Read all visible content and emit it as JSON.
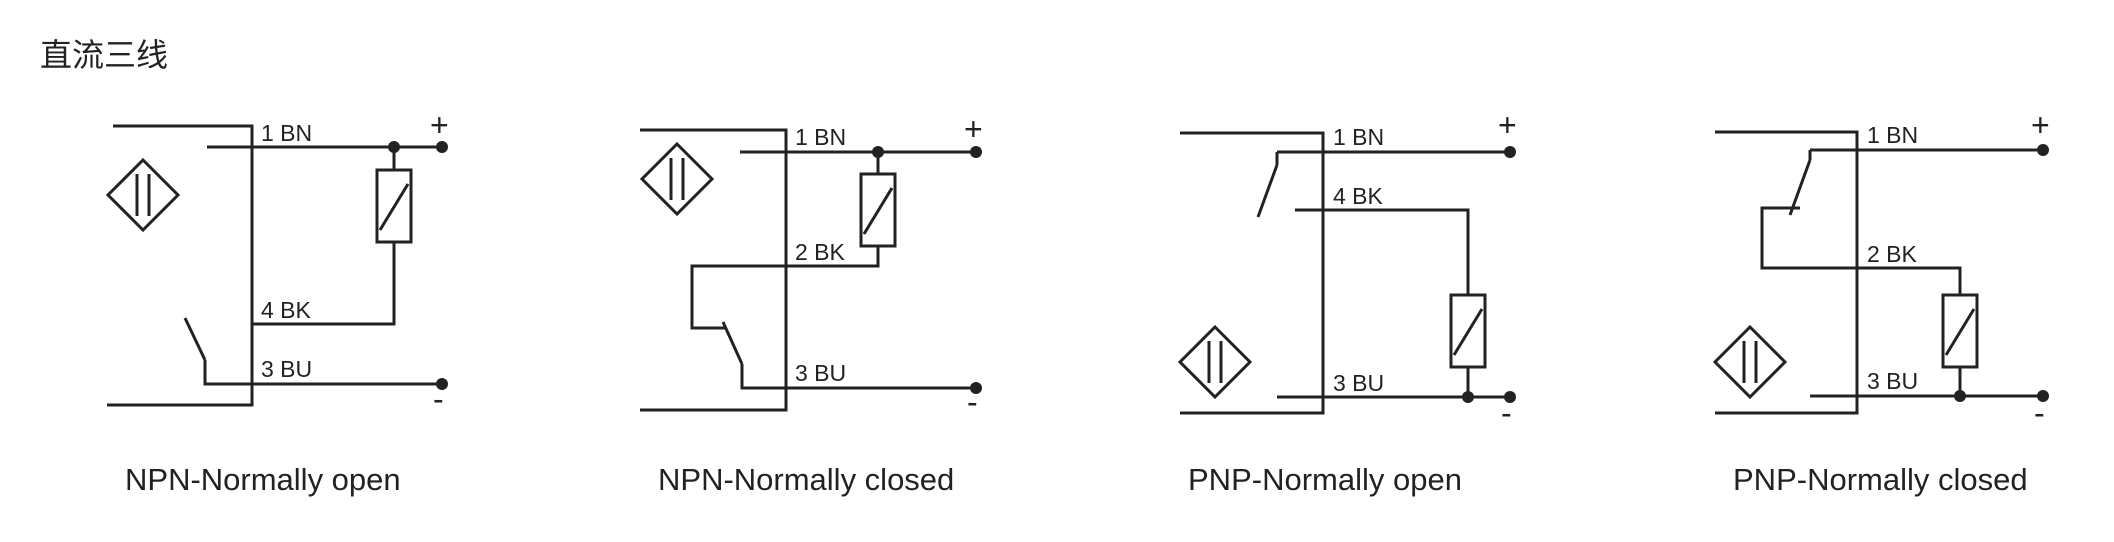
{
  "page": {
    "title": "直流三线"
  },
  "diagrams": [
    {
      "caption": "NPN-Normally open",
      "labels": {
        "bn": "1 BN",
        "bk": "4 BK",
        "bu": "3 BU",
        "plus": "+",
        "minus": "-"
      }
    },
    {
      "caption": "NPN-Normally closed",
      "labels": {
        "bn": "1 BN",
        "bk": "2 BK",
        "bu": "3 BU",
        "plus": "+",
        "minus": "-"
      }
    },
    {
      "caption": "PNP-Normally open",
      "labels": {
        "bn": "1 BN",
        "bk": "4 BK",
        "bu": "3 BU",
        "plus": "+",
        "minus": "-"
      }
    },
    {
      "caption": "PNP-Normally closed",
      "labels": {
        "bn": "1 BN",
        "bk": "2 BK",
        "bu": "3 BU",
        "plus": "+",
        "minus": "-"
      }
    }
  ]
}
